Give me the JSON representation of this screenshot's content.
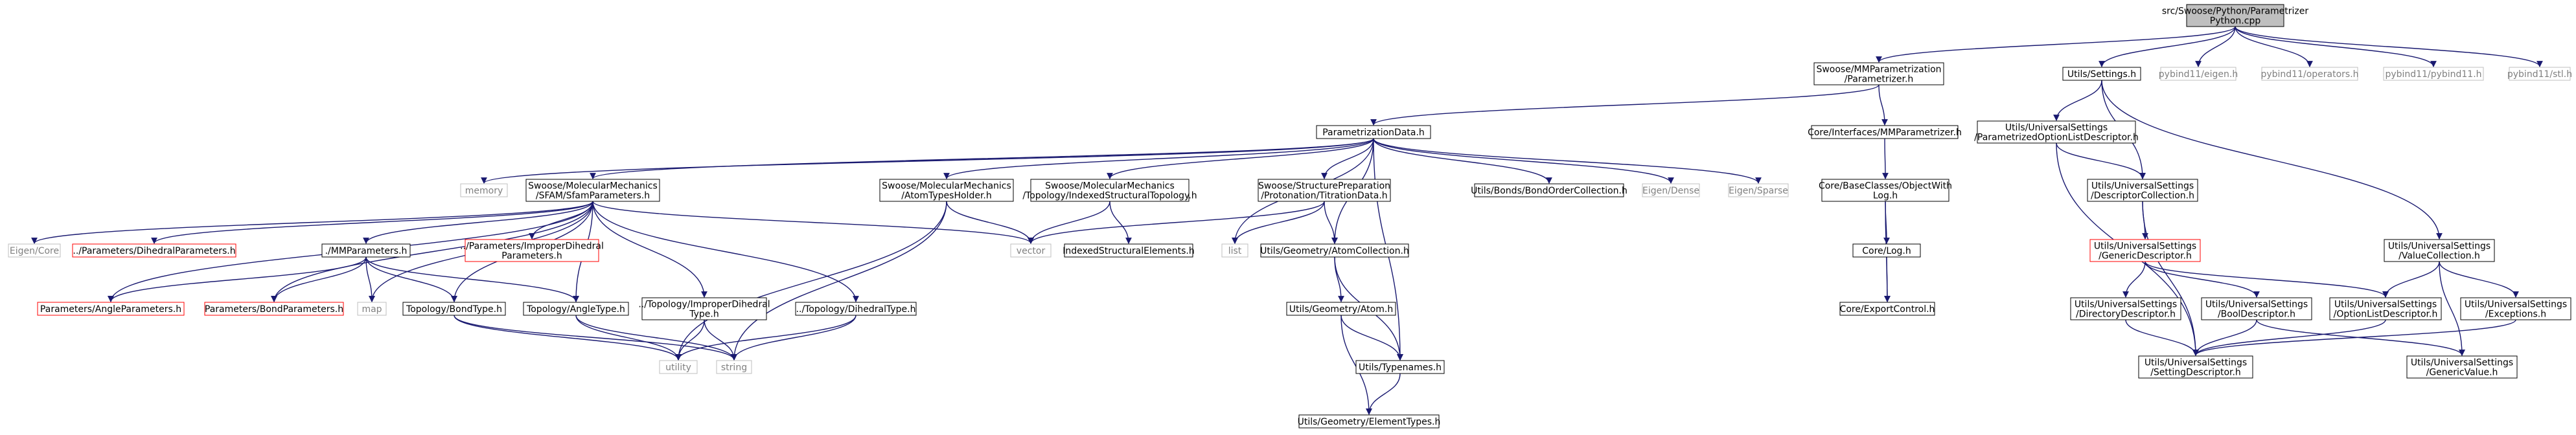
{
  "colors": {
    "edge": "#191970",
    "node_border": "#000000",
    "missing_border": "#bfbfbf",
    "red_border": "#ff0000",
    "root_fill": "#bfbfbf",
    "text": "#000000",
    "missing_text": "#808080"
  },
  "nodes": {
    "root": {
      "lines": [
        "src/Swoose/Python/Parametrizer",
        "Python.cpp"
      ],
      "style": "root"
    },
    "mmparam": {
      "lines": [
        "Swoose/MMParametrization",
        "/Parametrizer.h"
      ],
      "style": "normal"
    },
    "settings": {
      "lines": [
        "Utils/Settings.h"
      ],
      "style": "normal"
    },
    "pyeigen": {
      "lines": [
        "pybind11/eigen.h"
      ],
      "style": "missing"
    },
    "pyops": {
      "lines": [
        "pybind11/operators.h"
      ],
      "style": "missing"
    },
    "pybind": {
      "lines": [
        "pybind11/pybind11.h"
      ],
      "style": "missing"
    },
    "pystl": {
      "lines": [
        "pybind11/stl.h"
      ],
      "style": "missing"
    },
    "pdata": {
      "lines": [
        "ParametrizationData.h"
      ],
      "style": "normal"
    },
    "ifacemm": {
      "lines": [
        "Core/Interfaces/MMParametrizer.h"
      ],
      "style": "normal"
    },
    "poldesc": {
      "lines": [
        "Utils/UniversalSettings",
        "/ParametrizedOptionListDescriptor.h"
      ],
      "style": "normal"
    },
    "memory": {
      "lines": [
        "memory"
      ],
      "style": "missing"
    },
    "sfam": {
      "lines": [
        "Swoose/MolecularMechanics",
        "/SFAM/SfamParameters.h"
      ],
      "style": "normal"
    },
    "atypes": {
      "lines": [
        "Swoose/MolecularMechanics",
        "/AtomTypesHolder.h"
      ],
      "style": "normal"
    },
    "indexed": {
      "lines": [
        "Swoose/MolecularMechanics",
        "/Topology/IndexedStructuralTopology.h"
      ],
      "style": "normal"
    },
    "titration": {
      "lines": [
        "Swoose/StructurePreparation",
        "/Protonation/TitrationData.h"
      ],
      "style": "normal"
    },
    "bondorder": {
      "lines": [
        "Utils/Bonds/BondOrderCollection.h"
      ],
      "style": "normal"
    },
    "eigendense": {
      "lines": [
        "Eigen/Dense"
      ],
      "style": "missing"
    },
    "eigensparse": {
      "lines": [
        "Eigen/Sparse"
      ],
      "style": "missing"
    },
    "objlog": {
      "lines": [
        "Core/BaseClasses/ObjectWith",
        "Log.h"
      ],
      "style": "normal"
    },
    "desccoll": {
      "lines": [
        "Utils/UniversalSettings",
        "/DescriptorCollection.h"
      ],
      "style": "normal"
    },
    "eigencore": {
      "lines": [
        "Eigen/Core"
      ],
      "style": "missing"
    },
    "dihedralparams": {
      "lines": [
        "../Parameters/DihedralParameters.h"
      ],
      "style": "red"
    },
    "mmparams": {
      "lines": [
        "./MMParameters.h"
      ],
      "style": "normal"
    },
    "improperparams": {
      "lines": [
        "../Parameters/ImproperDihedral",
        "Parameters.h"
      ],
      "style": "red"
    },
    "vector": {
      "lines": [
        "vector"
      ],
      "style": "missing"
    },
    "indexedelems": {
      "lines": [
        "IndexedStructuralElements.h"
      ],
      "style": "normal"
    },
    "list": {
      "lines": [
        "list"
      ],
      "style": "missing"
    },
    "atomcoll": {
      "lines": [
        "Utils/Geometry/AtomCollection.h"
      ],
      "style": "normal"
    },
    "corelog": {
      "lines": [
        "Core/Log.h"
      ],
      "style": "normal"
    },
    "gendesc": {
      "lines": [
        "Utils/UniversalSettings",
        "/GenericDescriptor.h"
      ],
      "style": "red"
    },
    "valcoll": {
      "lines": [
        "Utils/UniversalSettings",
        "/ValueCollection.h"
      ],
      "style": "normal"
    },
    "angleparams": {
      "lines": [
        "Parameters/AngleParameters.h"
      ],
      "style": "red"
    },
    "bondparams": {
      "lines": [
        "Parameters/BondParameters.h"
      ],
      "style": "red"
    },
    "map": {
      "lines": [
        "map"
      ],
      "style": "missing"
    },
    "bondtype": {
      "lines": [
        "Topology/BondType.h"
      ],
      "style": "normal"
    },
    "angletype": {
      "lines": [
        "Topology/AngleType.h"
      ],
      "style": "normal"
    },
    "improperdtype": {
      "lines": [
        "../Topology/ImproperDihedral",
        "Type.h"
      ],
      "style": "normal"
    },
    "dihedraltype": {
      "lines": [
        "../Topology/DihedralType.h"
      ],
      "style": "normal"
    },
    "atomh": {
      "lines": [
        "Utils/Geometry/Atom.h"
      ],
      "style": "normal"
    },
    "exportctl": {
      "lines": [
        "Core/ExportControl.h"
      ],
      "style": "normal"
    },
    "dirdesc": {
      "lines": [
        "Utils/UniversalSettings",
        "/DirectoryDescriptor.h"
      ],
      "style": "normal"
    },
    "booldesc": {
      "lines": [
        "Utils/UniversalSettings",
        "/BoolDescriptor.h"
      ],
      "style": "normal"
    },
    "optlistdesc": {
      "lines": [
        "Utils/UniversalSettings",
        "/OptionListDescriptor.h"
      ],
      "style": "normal"
    },
    "exceptions": {
      "lines": [
        "Utils/UniversalSettings",
        "/Exceptions.h"
      ],
      "style": "normal"
    },
    "utility": {
      "lines": [
        "utility"
      ],
      "style": "missing"
    },
    "string": {
      "lines": [
        "string"
      ],
      "style": "missing"
    },
    "typenames": {
      "lines": [
        "Utils/Typenames.h"
      ],
      "style": "normal"
    },
    "settingdesc": {
      "lines": [
        "Utils/UniversalSettings",
        "/SettingDescriptor.h"
      ],
      "style": "normal"
    },
    "genvalue": {
      "lines": [
        "Utils/UniversalSettings",
        "/GenericValue.h"
      ],
      "style": "normal"
    },
    "elemtypes": {
      "lines": [
        "Utils/Geometry/ElementTypes.h"
      ],
      "style": "normal"
    }
  },
  "edges": [
    [
      "root",
      "mmparam"
    ],
    [
      "root",
      "settings"
    ],
    [
      "root",
      "pyeigen"
    ],
    [
      "root",
      "pyops"
    ],
    [
      "root",
      "pybind"
    ],
    [
      "root",
      "pystl"
    ],
    [
      "mmparam",
      "pdata"
    ],
    [
      "mmparam",
      "ifacemm"
    ],
    [
      "settings",
      "poldesc"
    ],
    [
      "settings",
      "desccoll"
    ],
    [
      "settings",
      "valcoll"
    ],
    [
      "pdata",
      "memory"
    ],
    [
      "pdata",
      "sfam"
    ],
    [
      "pdata",
      "atypes"
    ],
    [
      "pdata",
      "indexed"
    ],
    [
      "pdata",
      "titration"
    ],
    [
      "pdata",
      "list"
    ],
    [
      "pdata",
      "atomcoll"
    ],
    [
      "pdata",
      "bondorder"
    ],
    [
      "pdata",
      "eigendense"
    ],
    [
      "pdata",
      "eigensparse"
    ],
    [
      "pdata",
      "typenames"
    ],
    [
      "ifacemm",
      "objlog"
    ],
    [
      "poldesc",
      "desccoll"
    ],
    [
      "poldesc",
      "settingdesc"
    ],
    [
      "sfam",
      "eigencore"
    ],
    [
      "sfam",
      "dihedralparams"
    ],
    [
      "sfam",
      "mmparams"
    ],
    [
      "sfam",
      "improperparams"
    ],
    [
      "sfam",
      "vector"
    ],
    [
      "sfam",
      "angleparams"
    ],
    [
      "sfam",
      "bondparams"
    ],
    [
      "sfam",
      "map"
    ],
    [
      "sfam",
      "bondtype"
    ],
    [
      "sfam",
      "angletype"
    ],
    [
      "sfam",
      "improperdtype"
    ],
    [
      "sfam",
      "dihedraltype"
    ],
    [
      "atypes",
      "vector"
    ],
    [
      "atypes",
      "utility"
    ],
    [
      "atypes",
      "string"
    ],
    [
      "indexed",
      "vector"
    ],
    [
      "indexed",
      "indexedelems"
    ],
    [
      "titration",
      "vector"
    ],
    [
      "titration",
      "list"
    ],
    [
      "titration",
      "atomcoll"
    ],
    [
      "objlog",
      "corelog"
    ],
    [
      "objlog",
      "exportctl"
    ],
    [
      "desccoll",
      "gendesc"
    ],
    [
      "desccoll",
      "settingdesc"
    ],
    [
      "mmparams",
      "angleparams"
    ],
    [
      "mmparams",
      "bondparams"
    ],
    [
      "mmparams",
      "map"
    ],
    [
      "mmparams",
      "bondtype"
    ],
    [
      "mmparams",
      "angletype"
    ],
    [
      "atomcoll",
      "atomh"
    ],
    [
      "atomcoll",
      "typenames"
    ],
    [
      "corelog",
      "exportctl"
    ],
    [
      "gendesc",
      "dirdesc"
    ],
    [
      "gendesc",
      "booldesc"
    ],
    [
      "gendesc",
      "optlistdesc"
    ],
    [
      "valcoll",
      "optlistdesc"
    ],
    [
      "valcoll",
      "exceptions"
    ],
    [
      "valcoll",
      "genvalue"
    ],
    [
      "bondtype",
      "utility"
    ],
    [
      "bondtype",
      "string"
    ],
    [
      "angletype",
      "utility"
    ],
    [
      "angletype",
      "string"
    ],
    [
      "improperdtype",
      "utility"
    ],
    [
      "improperdtype",
      "string"
    ],
    [
      "dihedraltype",
      "utility"
    ],
    [
      "dihedraltype",
      "string"
    ],
    [
      "atomh",
      "typenames"
    ],
    [
      "atomh",
      "elemtypes"
    ],
    [
      "dirdesc",
      "settingdesc"
    ],
    [
      "booldesc",
      "settingdesc"
    ],
    [
      "booldesc",
      "genvalue"
    ],
    [
      "optlistdesc",
      "settingdesc"
    ],
    [
      "exceptions",
      "settingdesc"
    ],
    [
      "typenames",
      "elemtypes"
    ]
  ]
}
